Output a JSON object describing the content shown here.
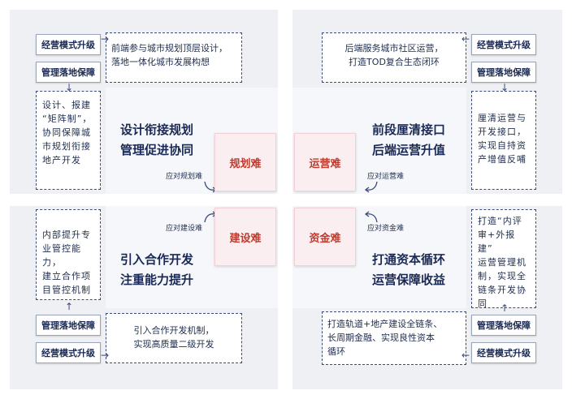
{
  "tags": {
    "mode_upgrade": "经营模式升级",
    "management_guarantee": "管理落地保障"
  },
  "top_left": {
    "desc": [
      "前端参与城市规划顶层设计，",
      "落地一体化城市发展构想"
    ],
    "side": [
      "设计、报建",
      "“矩阵制”，",
      "协同保障城",
      "市规划衔接",
      "地产开发"
    ],
    "title": [
      "设计衔接规划",
      "管理促进协同"
    ],
    "response": "应对规划难",
    "difficulty": "规划难"
  },
  "top_right": {
    "desc": [
      "后端服务城市社区运营，",
      "打造TOD复合生态闭环"
    ],
    "side": [
      "厘清运营与",
      "开发接口，",
      "实现自持资",
      "产增值反哺"
    ],
    "title": [
      "前段厘清接口",
      "后端运营升值"
    ],
    "response": "应对运营难",
    "difficulty": "运营难"
  },
  "bottom_left": {
    "desc": [
      "引入合作开发机制，",
      "实现高质量二级开发"
    ],
    "side": [
      "内部提升专",
      "业管控能力，",
      "建立合作项",
      "目管控机制"
    ],
    "title": [
      "引入合作开发",
      "注重能力提升"
    ],
    "response": "应对建设难",
    "difficulty": "建设难"
  },
  "bottom_right": {
    "desc": [
      "打造轨道+地产建设全链条、",
      "长周期金融、实现良性资本",
      "循环"
    ],
    "side": [
      "打造“内评",
      "审+外报建”",
      "运营管理机",
      "制，实现全",
      "链条开发协",
      "同"
    ],
    "title": [
      "打通资本循环",
      "运营保障收益"
    ],
    "response": "应对资金难",
    "difficulty": "资金难"
  }
}
